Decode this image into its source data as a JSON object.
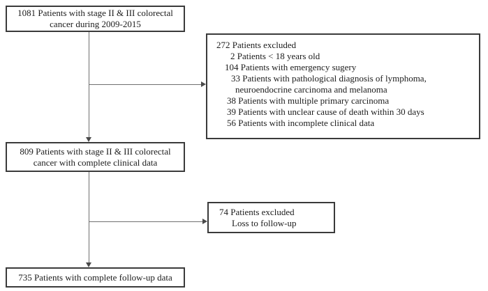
{
  "figure": {
    "type": "patient-flow-diagram",
    "colors": {
      "background": "#ffffff",
      "box_border": "#3a3a3a",
      "connector_line": "#6f6f6f",
      "arrowhead": "#4a4a4a",
      "text": "#1c1c1c"
    },
    "boxes": {
      "initial_cohort": {
        "lines": [
          "1081 Patients with stage II & III colorectal",
          "cancer during 2009-2015"
        ]
      },
      "excluded_272": {
        "lines": [
          "272 Patients excluded",
          "2 Patients < 18 years old",
          "104 Patients with emergency sugery",
          "33 Patients with pathological diagnosis of lymphoma,",
          "neuroendocrine carcinoma and melanoma",
          "38 Patients with multiple primary carcinoma",
          "39 Patients with unclear cause of death within 30 days",
          "56 Patients with incomplete clinical data"
        ]
      },
      "clinical_data_cohort": {
        "lines": [
          "809 Patients with stage II & III colorectal",
          "cancer with complete clinical data"
        ]
      },
      "excluded_74": {
        "lines": [
          "74 Patients excluded",
          "Loss to follow-up"
        ]
      },
      "final_cohort": {
        "lines": [
          "735 Patients with complete follow-up data"
        ]
      }
    }
  }
}
